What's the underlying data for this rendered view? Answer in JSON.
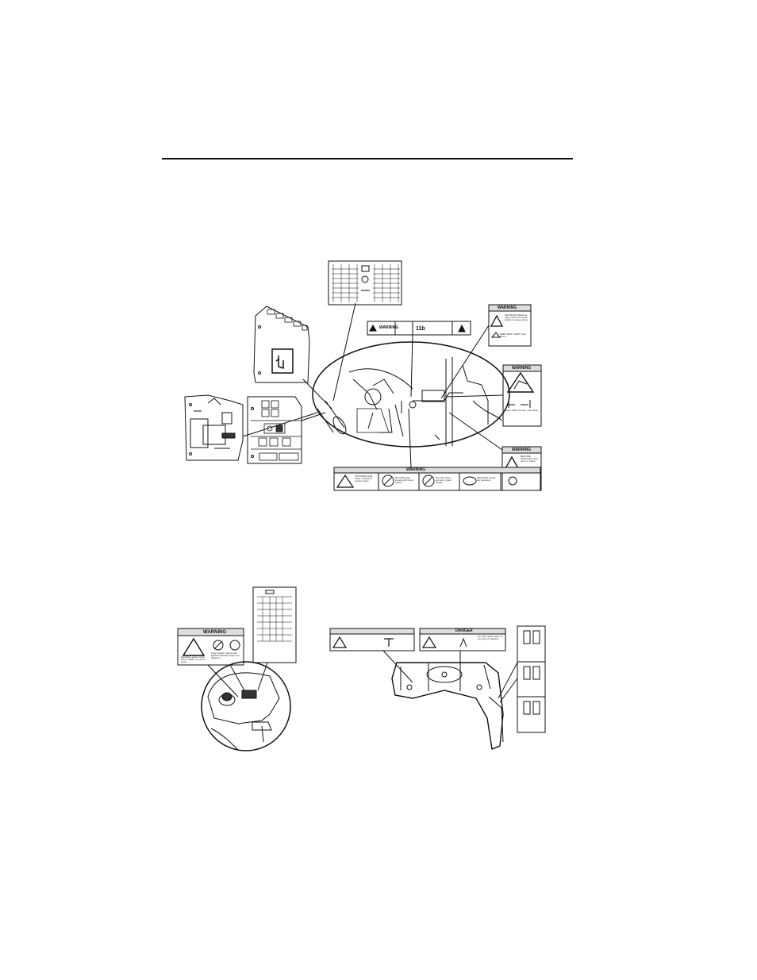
{
  "labels": {
    "warning": "WARNING",
    "danger": "DANGER",
    "decal_center_code": "11b",
    "tipover": "TIP-OVER could result in death or serious injury.",
    "do_not_drive_slopes": "DO NOT drive slopes with boom raised.",
    "do_not_drive_across": "DO NOT drive across or down slopes.",
    "maintain_pressure": "MAINTAIN proper tire pressure.",
    "crushing": "CRUSHING Machine may crush and cause death or serious injury.",
    "keep_away": "KEEP BODY AWAY from boom.",
    "keep_clear": "Keep clear of boom, stay clear.",
    "no_step": "BECOME SUPPORT Lock arms or frame.",
    "explosive_gases": "Explosive gases could cause death or serious injury.",
    "keep_sparks": "Keep sparks, flames and lighted materials away from batteries.",
    "do_not_allow": "DO NOT allow riders on any part of machine."
  },
  "icons": [
    "warning-triangle-icon",
    "no-smoking-icon",
    "hand-joystick-icon",
    "tire-pressure-icon",
    "crush-hazard-icon"
  ]
}
